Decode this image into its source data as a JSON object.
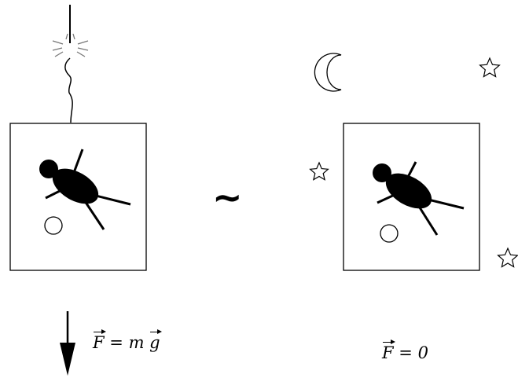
{
  "figure": {
    "equivalence_symbol": "~",
    "left_panel": {
      "force_symbol": "F",
      "equals": "=",
      "mass_symbol": "m",
      "gravity_symbol": "g"
    },
    "right_panel": {
      "force_symbol": "F",
      "equals": "=",
      "value": "0"
    }
  },
  "colors": {
    "stroke": "#000000",
    "background": "#ffffff",
    "spark": "#777777"
  }
}
